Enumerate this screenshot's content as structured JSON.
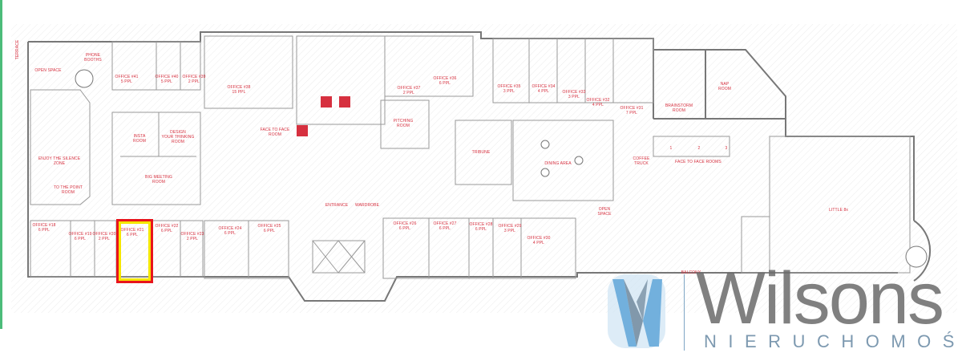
{
  "floor_plan": {
    "labels": {
      "terrace": "TERRACE",
      "phone_booths": "PHONE\nBOOTHS",
      "open_space_left": "OPEN SPACE",
      "office_41": "OFFICE #41\n5 PPL",
      "office_40": "OFFICE #40\n5 PPL",
      "office_39": "OFFICE #39\n2 PPL",
      "office_38": "OFFICE #38\n15 PPL",
      "face_to_face_room": "FACE TO FACE\nROOM",
      "insta_room": "INSTA\nROOM",
      "design_room": "DESIGN\nYOUR THINKING\nROOM",
      "silence_zone": "ENJOY THE SILENCE\nZONE",
      "to_the_point": "TO THE POINT\nROOM",
      "big_meeting": "BIG MEETING\nROOM",
      "office_37": "OFFICE #37\n2 PPL",
      "office_36": "OFFICE #36\n6 PPL",
      "pitching_room": "PITCHING\nROOM",
      "office_35": "OFFICE #35\n3 PPL",
      "office_34": "OFFICE #34\n4 PPL",
      "office_33": "OFFICE #33\n3 PPL",
      "office_32": "OFFICE #32\n4 PPL",
      "office_31": "OFFICE #31\n7 PPL",
      "brainstorm": "BRAINSTORM\nROOM",
      "nap_room": "NAP\nROOM",
      "tribune": "TRIBUNE",
      "dining_area": "DINING AREA",
      "coffee_truck": "COFFEE\nTRUCK",
      "face_to_face_rooms": "FACE TO FACE ROOMS",
      "open_space_right": "OPEN\nSPACE",
      "little": "LITTLE 8x",
      "entrance": "ENTRANCE",
      "wardrobe": "WARDROBE",
      "balcony": "BALCONY",
      "office_18": "OFFICE #18\n6 PPL",
      "office_19": "OFFICE #19\n6 PPL",
      "office_20": "OFFICE #20\n2 PPL",
      "office_21": "OFFICE #21\n6 PPL",
      "office_22": "OFFICE #22\n6 PPL",
      "office_23": "OFFICE #23\n2 PPL",
      "office_24": "OFFICE #24\n6 PPL",
      "office_25": "OFFICE #25\n6 PPL",
      "office_26": "OFFICE #26\n6 PPL",
      "office_27": "OFFICE #27\n6 PPL",
      "office_28": "OFFICE #28\n6 PPL",
      "office_29": "OFFICE #29\n3 PPL",
      "office_30": "OFFICE #30\n4 PPL",
      "f2f_1": "1",
      "f2f_2": "2",
      "f2f_3": "3"
    },
    "highlight_color": "#e8141c",
    "highlight_fill": "#f5e600"
  },
  "watermark": {
    "brand": "Wilsons",
    "subtitle": "NIERUCHOMOŚCI"
  }
}
